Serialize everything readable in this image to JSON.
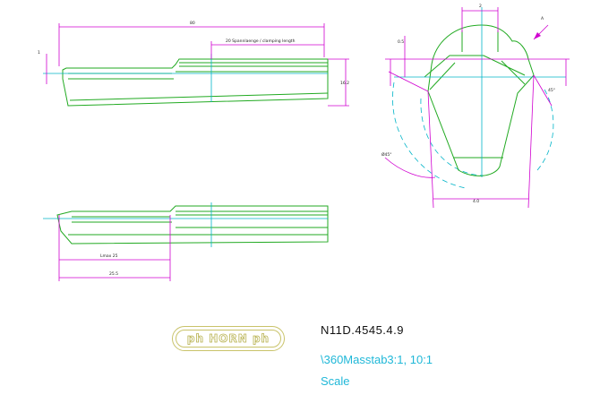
{
  "drawing": {
    "dims": {
      "overall_length": "80",
      "clamping_length": "20 Spannlaenge / clamping length",
      "height": "16.2",
      "width_top": "2",
      "detail_label": "A",
      "angle_right": "45°",
      "angle_label": "Ø45°",
      "bottom_width": "4.0",
      "lower_left": "Lmax 25",
      "lower_total": "25.5",
      "small_left": "1",
      "side_small": "0.5"
    }
  },
  "title_block": {
    "logo_text": "ph HORN ph",
    "part_number": "N11D.4545.4.9",
    "scale_value": "\\360Masstab3:1, 10:1",
    "scale_label": "Scale"
  },
  "colors": {
    "part": "#22aa22",
    "centerline": "#00b4c8",
    "dimension": "#d000d0",
    "logo": "#c9c36a",
    "scale_text": "#20b8d8"
  }
}
